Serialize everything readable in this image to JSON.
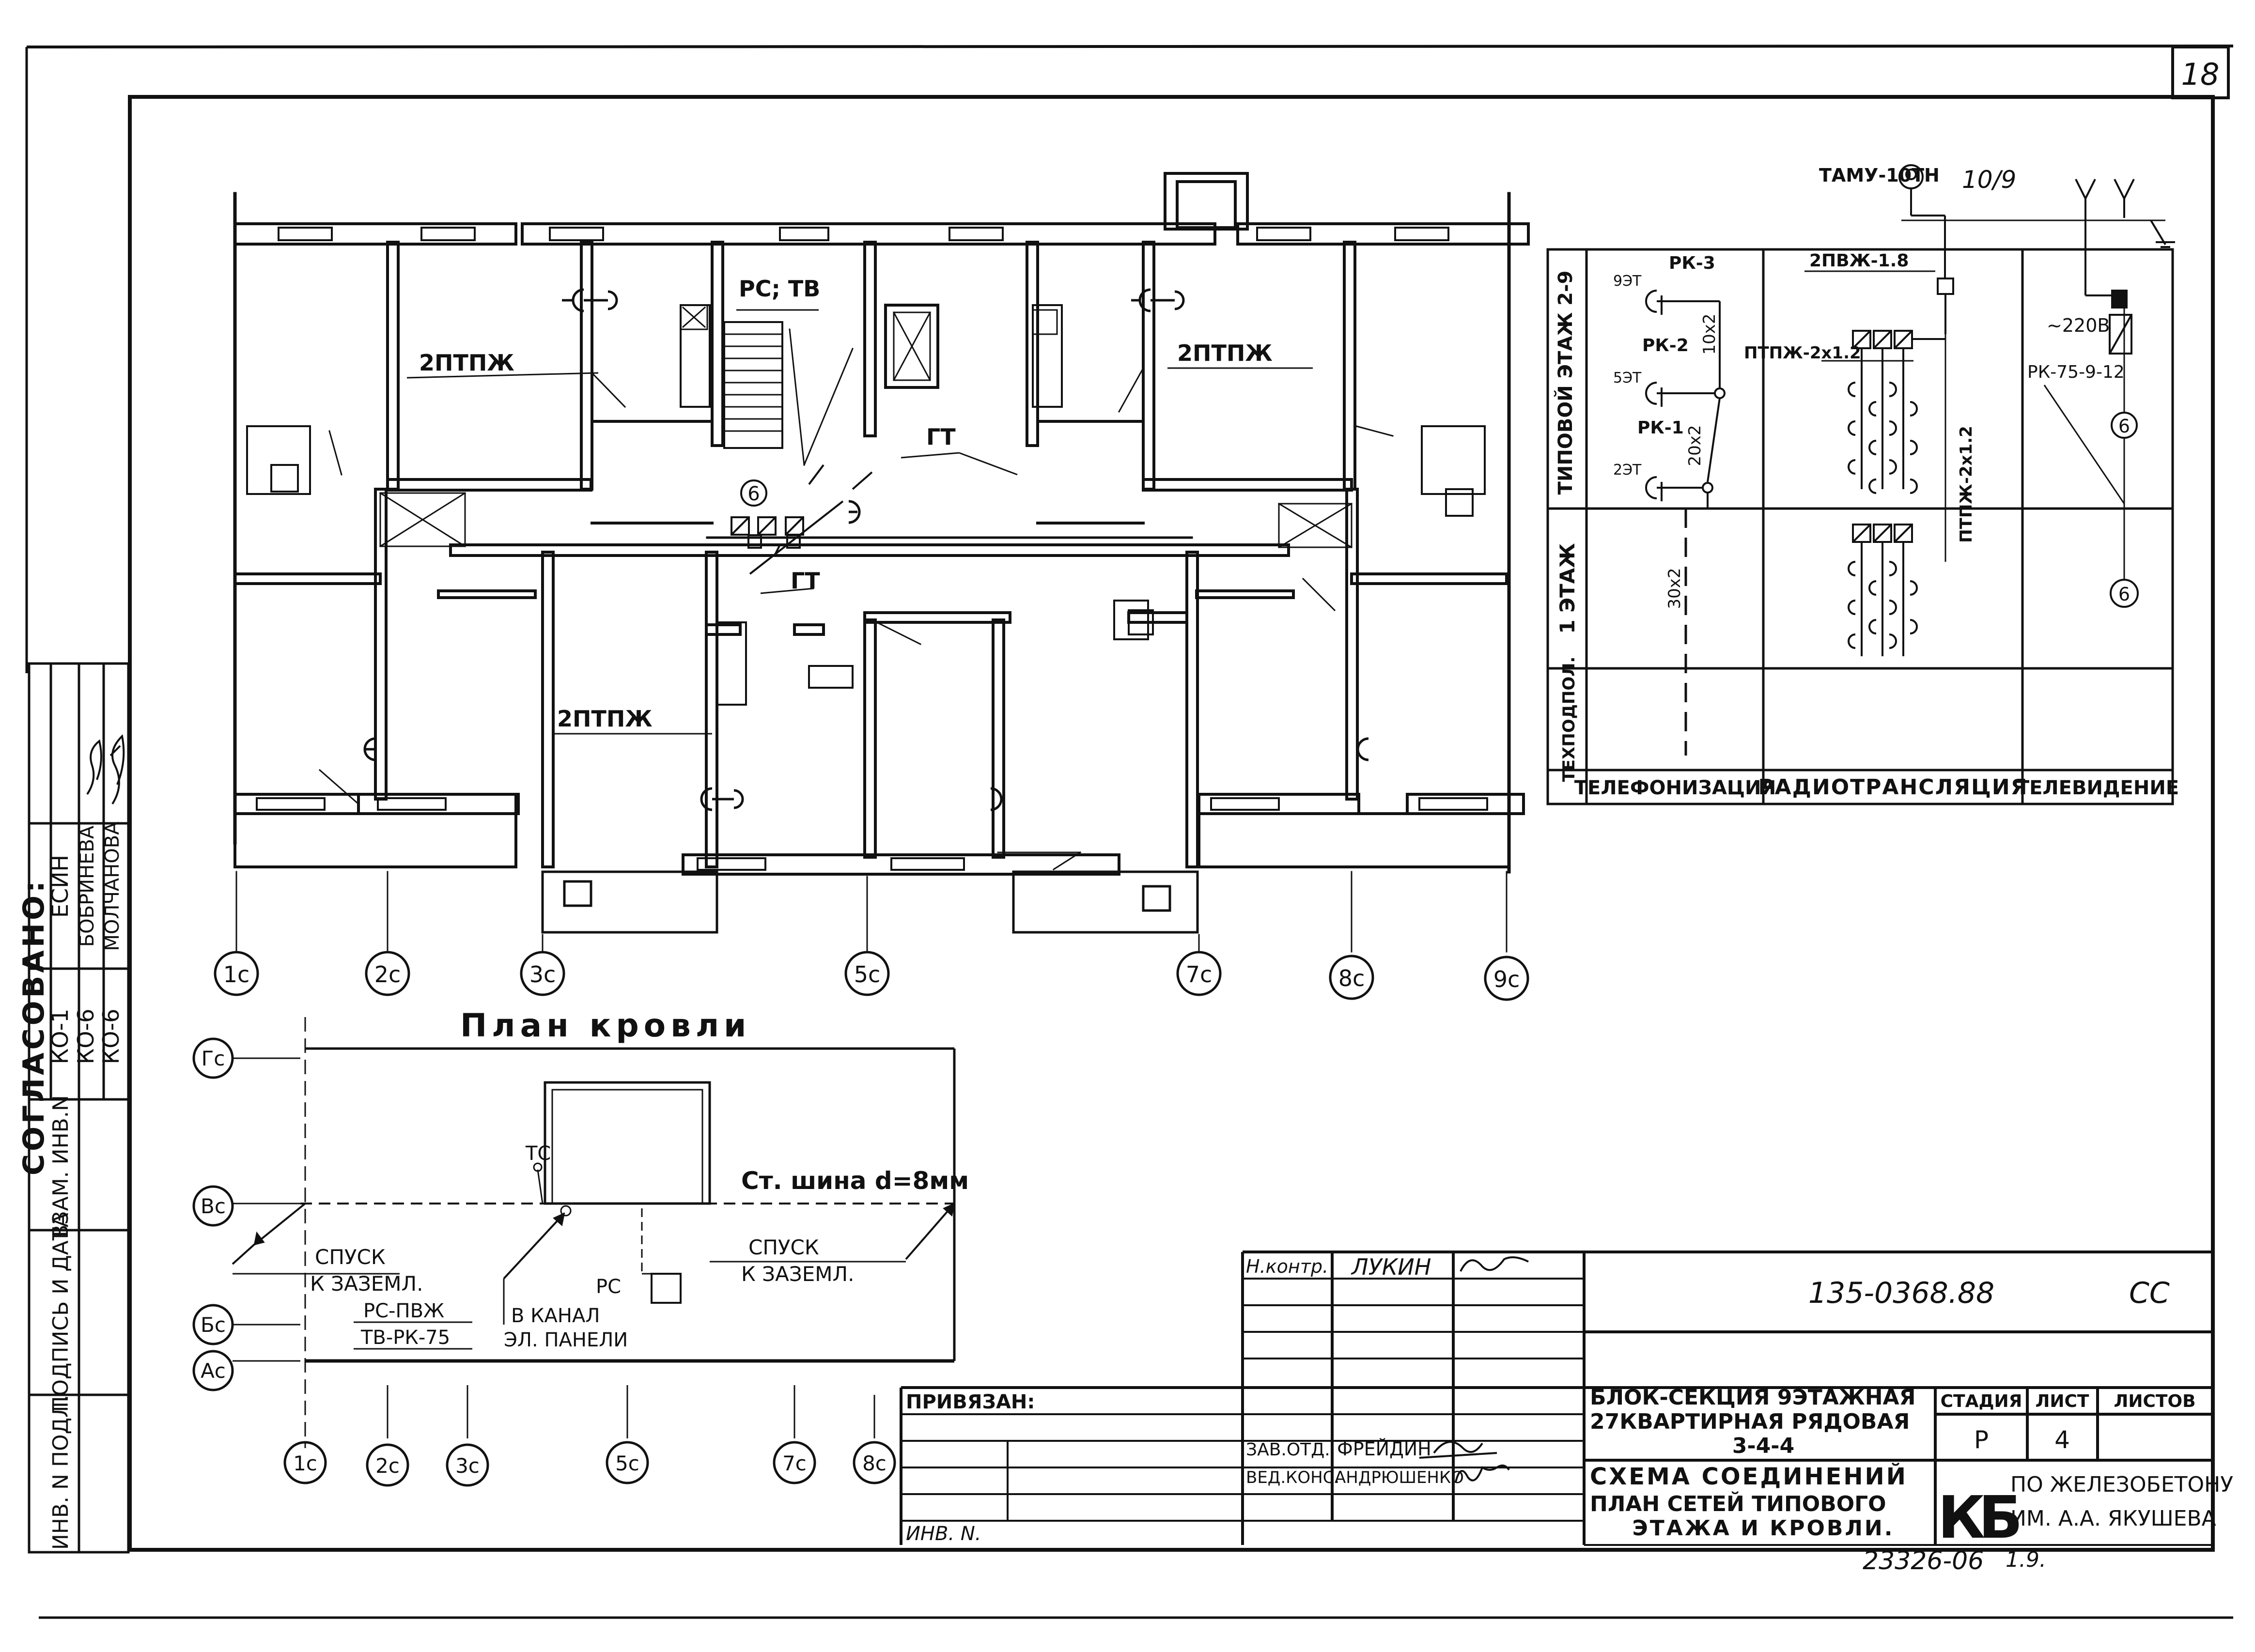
{
  "sheet": {
    "page_no": "18",
    "doc_code": "135-0368.88",
    "doc_suffix": "СС",
    "archive_no": "23326-06",
    "archive_sub": "1.9."
  },
  "approval": {
    "heading": "СОГЛАСОВАНО:",
    "rows": [
      {
        "code": "КО-1",
        "name": "ЕСИН"
      },
      {
        "code": "КО-6",
        "name": "БОБРИНЕВА"
      },
      {
        "code": "КО-6",
        "name": "МОЛЧАНОВА"
      }
    ]
  },
  "side_stamp": [
    "ВЗАМ. ИНВ.N",
    "ПОДПИСЬ И ДАТА",
    "ИНВ. N ПОДЛ."
  ],
  "floor_plan": {
    "room_labels": [
      "2ПТПЖ",
      "2ПТПЖ",
      "2ПТПЖ"
    ],
    "stair_label": "РС; ТВ",
    "riser_label": "ГТ",
    "riser_label_2": "ГТ",
    "node_label": "6",
    "axes": [
      "1с",
      "2с",
      "3с",
      "5с",
      "7с",
      "8с",
      "9с"
    ]
  },
  "roof_plan": {
    "title": "План кровли",
    "row_axes": [
      "Гс",
      "Вс",
      "Бс",
      "Ас"
    ],
    "col_axes": [
      "1с",
      "2с",
      "3с",
      "5с",
      "7с",
      "8с"
    ],
    "bus": "Ст. шина d=8мм",
    "tc": "ТС",
    "rc": "РС",
    "down_left": [
      "СПУСК",
      "К ЗАЗЕМЛ."
    ],
    "down_right": [
      "СПУСК",
      "К ЗАЗЕМЛ."
    ],
    "cable_1": "РС-ПВЖ",
    "cable_2": "ТВ-РК-75",
    "channel": [
      "В КАНАЛ",
      "ЭЛ. ПАНЕЛИ"
    ]
  },
  "schematic": {
    "antenna_amp": "ТАМУ-10ТН",
    "amp_ratio": "10/9",
    "rows": [
      "ТИПОВОЙ ЭТАЖ 2-9",
      "1 ЭТАЖ",
      "ТЕХПОДПОЛ."
    ],
    "columns": [
      "ТЕЛЕФОНИЗАЦИЯ",
      "РАДИОТРАНСЛЯЦИЯ",
      "ТЕЛЕВИДЕНИЕ"
    ],
    "phone": [
      "9ЭТ",
      "РК-3",
      "5ЭТ",
      "РК-2",
      "10x2",
      "2ЭТ",
      "РК-1",
      "20x2",
      "30x2"
    ],
    "radio": [
      "2ПВЖ-1.8",
      "ПТПЖ-2x1.2",
      "ПТПЖ-2x1.2"
    ],
    "tv": [
      "~220В",
      "РК-75-9-12",
      "6",
      "6"
    ]
  },
  "title_block": {
    "norm_control_role": "Н.контр.",
    "norm_control_name": "ЛУКИН",
    "attached": "ПРИВЯЗАН:",
    "inv": "ИНВ. N.",
    "head_role": "ЗАВ.ОТД.",
    "head_name": "ФРЕЙДИН",
    "lead_role": "ВЕД.КОНС.",
    "lead_name": "АНДРЮШЕНКО",
    "building": [
      "БЛОК-СЕКЦИЯ 9ЭТАЖНАЯ",
      "27КВАРТИРНАЯ РЯДОВАЯ",
      "3-4-4"
    ],
    "drawing": [
      "СХЕМА СОЕДИНЕНИЙ",
      "ПЛАН СЕТЕЙ ТИПОВОГО",
      "ЭТАЖА И КРОВЛИ."
    ],
    "stage_label": "СТАДИЯ",
    "sheet_label": "ЛИСТ",
    "sheets_label": "ЛИСТОВ",
    "stage": "Р",
    "sheet": "4",
    "org_mark": "КБ",
    "org": [
      "ПО ЖЕЛЕЗОБЕТОНУ",
      "ИМ. А.А. ЯКУШЕВА"
    ]
  }
}
